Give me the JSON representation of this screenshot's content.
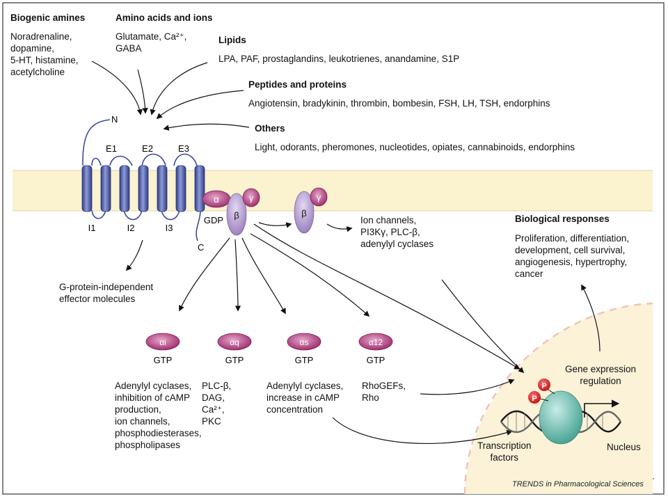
{
  "sources": {
    "biogenic": {
      "title": "Biogenic amines",
      "items": "Noradrenaline,\ndopamine,\n5-HT, histamine,\nacetylcholine"
    },
    "amino": {
      "title": "Amino acids and ions",
      "items": "Glutamate, Ca²⁺,\nGABA"
    },
    "lipids": {
      "title": "Lipids",
      "items": "LPA, PAF, prostaglandins, leukotrienes, anandamine, S1P"
    },
    "peptides": {
      "title": "Peptides and proteins",
      "items": "Angiotensin, bradykinin, thrombin, bombesin, FSH, LH, TSH, endorphins"
    },
    "others": {
      "title": "Others",
      "items": "Light, odorants, pheromones, nucleotides, opiates, cannabinoids, endorphins"
    }
  },
  "receptor": {
    "n_term": "N",
    "c_term": "C",
    "loops_extra": [
      "E1",
      "E2",
      "E3"
    ],
    "loops_intra": [
      "I1",
      "I2",
      "I3"
    ]
  },
  "gprotein": {
    "alpha": "α",
    "beta": "β",
    "gamma": "γ",
    "gdp": "GDP"
  },
  "betagamma_effectors": "Ion channels,\nPI3Kγ, PLC-β,\nadenylyl cyclases",
  "independent": "G-protein-independent\neffector molecules",
  "alphas": [
    {
      "label": "αi",
      "gtp": "GTP",
      "effects": "Adenylyl cyclases,\ninhibition of cAMP\nproduction,\nion channels,\nphosphodiesterases,\nphospholipases"
    },
    {
      "label": "αq",
      "gtp": "GTP",
      "effects": "PLC-β,\nDAG,\nCa²⁺,\nPKC"
    },
    {
      "label": "αs",
      "gtp": "GTP",
      "effects": "Adenylyl cyclases,\nincrease in cAMP\nconcentration"
    },
    {
      "label": "α12",
      "gtp": "GTP",
      "effects": "RhoGEFs,\nRho"
    }
  ],
  "responses": {
    "title": "Biological responses",
    "items": "Proliferation, differentiation,\ndevelopment, cell survival,\nangiogenesis, hypertrophy,\ncancer"
  },
  "nucleus": {
    "gene": "Gene expression\nregulation",
    "tf": "Transcription\nfactors",
    "label": "Nucleus",
    "p": "P"
  },
  "credit": "TRENDS in Pharmacological Sciences",
  "colors": {
    "membrane": "#fbf2cf",
    "helix": "#5765b0",
    "alpha": "#b03a7e",
    "beta": "#b9a3d3",
    "nucleus": "#fbf2d8",
    "tf": "#7cc4b8"
  }
}
